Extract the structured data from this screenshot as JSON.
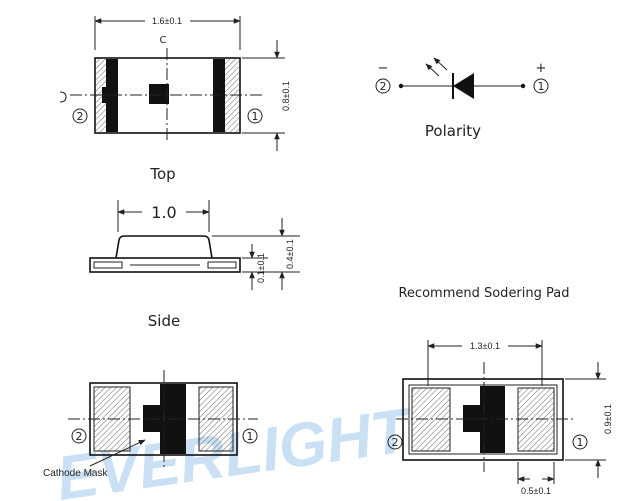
{
  "colors": {
    "line": "#222222",
    "fill": "#111111",
    "watermark": "#9fc7ec"
  },
  "top_view": {
    "caption": "Top",
    "length_dim": "1.6±0.1",
    "width_dim": "0.8±0.1",
    "center_mark": "C",
    "pin_left": "2",
    "pin_right": "1"
  },
  "polarity": {
    "caption": "Polarity",
    "minus": "−",
    "plus": "+",
    "pin_left": "2",
    "pin_right": "1",
    "icon": "led-diode-symbol"
  },
  "side_view": {
    "caption": "Side",
    "body_dim": "1.0",
    "pad_dim": "0.1±0.1",
    "height_dim": "0.4±0.1"
  },
  "bottom_view": {
    "cathode_label": "Cathode Mask",
    "pin_left": "2",
    "pin_right": "1"
  },
  "solder_pad": {
    "caption": "Recommend Sodering Pad",
    "span_dim": "1.3±0.1",
    "height_dim": "0.9±0.1",
    "pad_dim": "0.5±0.1",
    "pin_left": "2",
    "pin_right": "1"
  },
  "watermark": "EVERLIGHT"
}
